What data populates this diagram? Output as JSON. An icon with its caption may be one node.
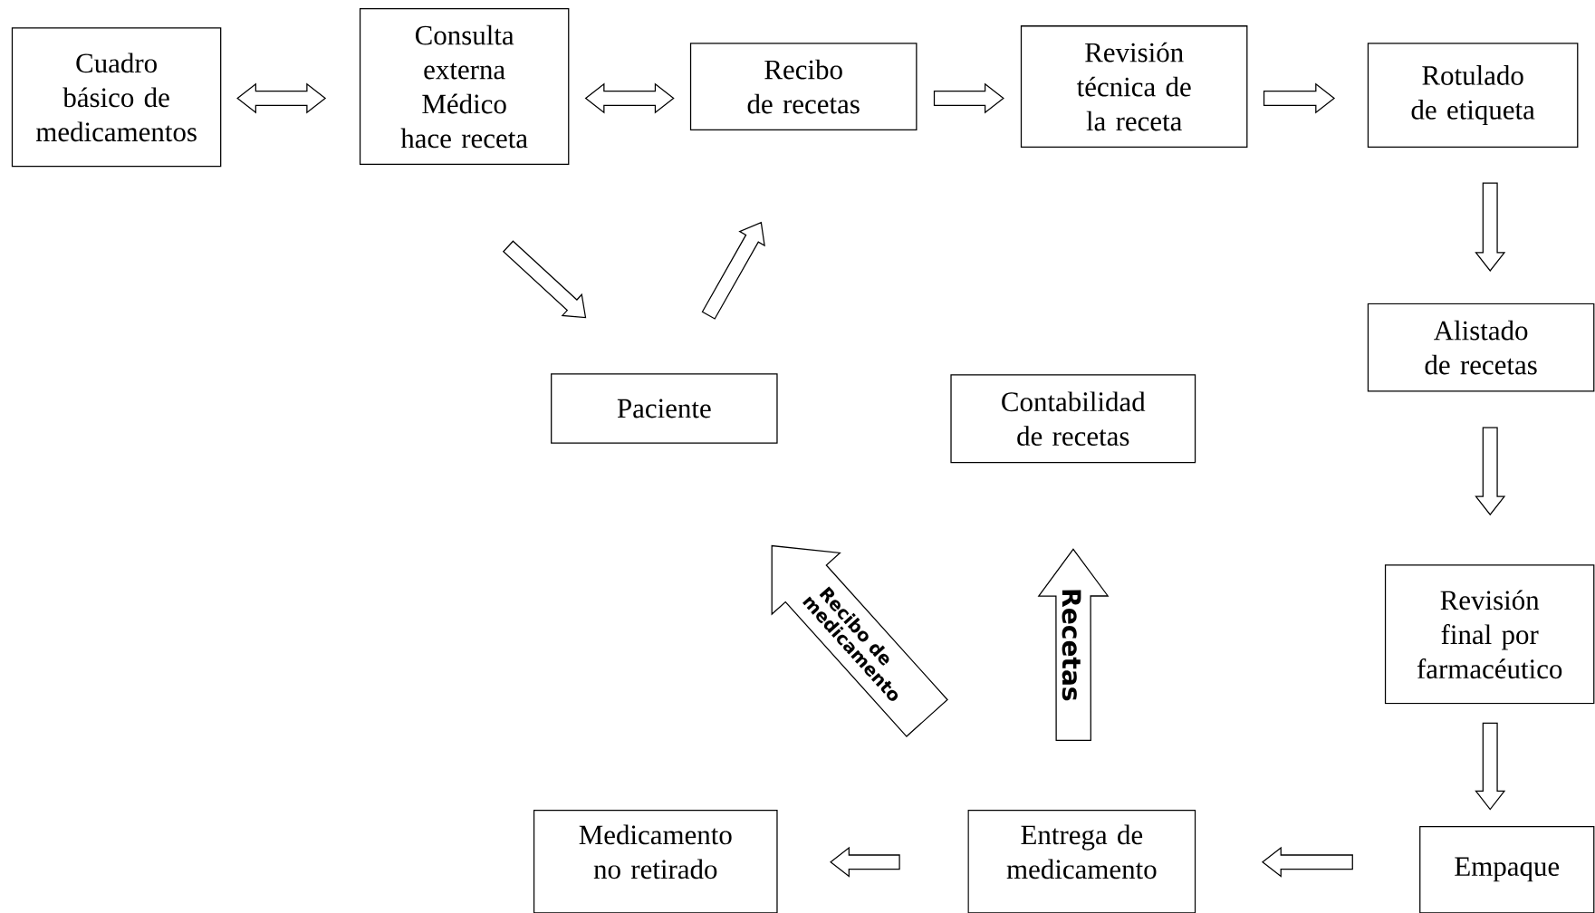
{
  "diagram": {
    "nodes": [
      {
        "text": [
          "Cuadro básico de medicamentos"
        ]
      },
      {
        "text": [
          "Consulta externa Médico hace receta"
        ]
      },
      {
        "text": [
          "Recibo de recetas"
        ]
      },
      {
        "text": [
          "Revisión técnica de la receta"
        ]
      },
      {
        "text": [
          "Rotulado de etiqueta"
        ]
      },
      {
        "text": [
          "Alistado de recetas"
        ]
      },
      {
        "text": [
          "Revisión final por farmacéutico"
        ]
      },
      {
        "text": [
          "Empaque"
        ]
      },
      {
        "text": [
          "Entrega de medicamento"
        ]
      },
      {
        "text": [
          "Medicamento no retirado"
        ]
      },
      {
        "text": [
          "Paciente"
        ]
      },
      {
        "text": [
          "Contabilidad de recetas"
        ]
      }
    ],
    "edges": [
      {
        "from": 0,
        "to": 1,
        "arrow": "both"
      },
      {
        "from": 1,
        "to": 2,
        "arrow": "both"
      },
      {
        "from": 2,
        "to": 3,
        "arrow": "to"
      },
      {
        "from": 3,
        "to": 4,
        "arrow": "to"
      },
      {
        "from": 4,
        "to": 5,
        "arrow": "to"
      },
      {
        "from": 5,
        "to": 6,
        "arrow": "to"
      },
      {
        "from": 6,
        "to": 7,
        "arrow": "to"
      },
      {
        "from": 7,
        "to": 8,
        "arrow": "to"
      },
      {
        "from": 8,
        "to": 9,
        "arrow": "to"
      },
      {
        "from": 1,
        "to": 10,
        "arrow": "to"
      },
      {
        "from": 10,
        "to": 2,
        "arrow": "to"
      },
      {
        "from": 8,
        "to": 11,
        "arrow": "to",
        "label": "Recetas"
      },
      {
        "from": 8,
        "to": 10,
        "arrow": "to",
        "label": "Recibo de medicamento"
      }
    ]
  }
}
